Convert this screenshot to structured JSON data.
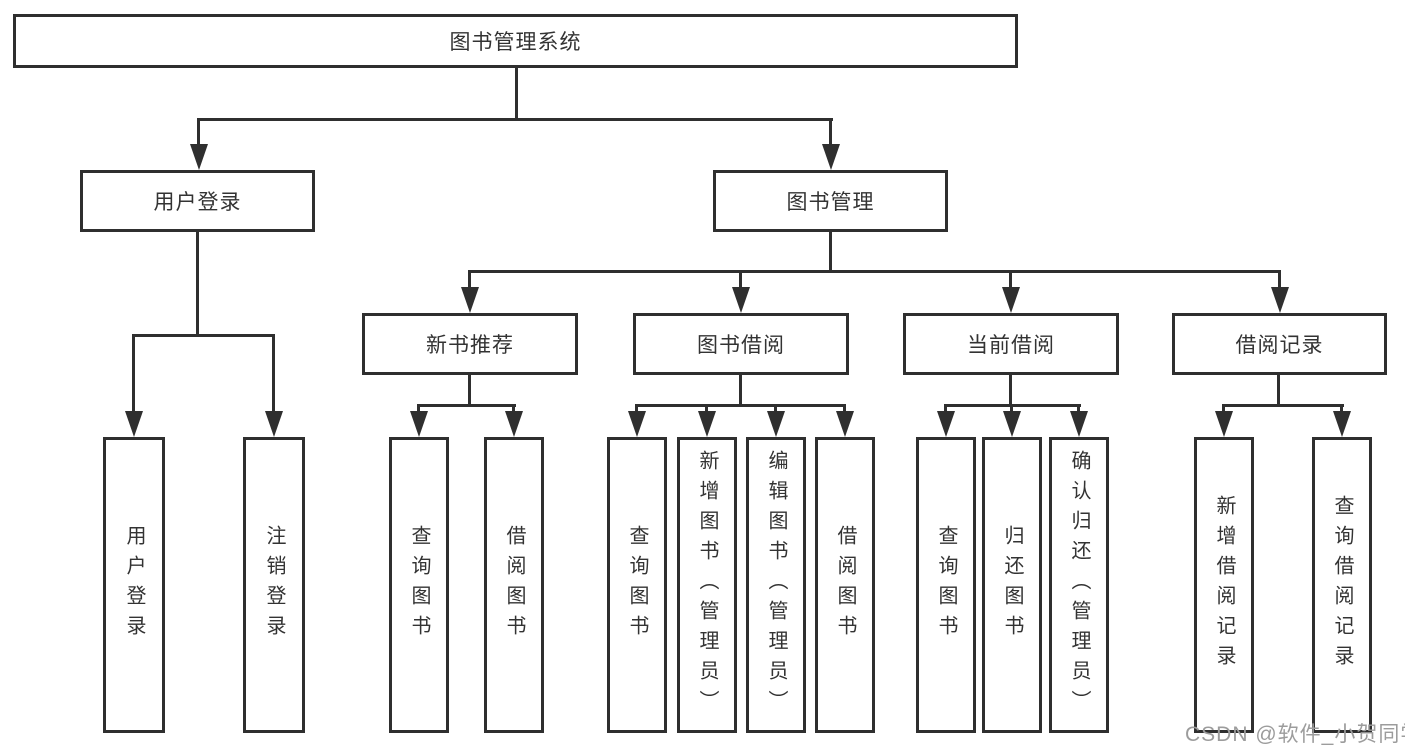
{
  "root": {
    "label": "图书管理系统"
  },
  "user_branch": {
    "label": "用户登录",
    "children": [
      {
        "label": "用户登录"
      },
      {
        "label": "注销登录"
      }
    ]
  },
  "book_branch": {
    "label": "图书管理",
    "groups": [
      {
        "label": "新书推荐",
        "children": [
          {
            "label": "查询图书"
          },
          {
            "label": "借阅图书"
          }
        ]
      },
      {
        "label": "图书借阅",
        "children": [
          {
            "label": "查询图书"
          },
          {
            "label": "新增图书（管理员）"
          },
          {
            "label": "编辑图书（管理员）"
          },
          {
            "label": "借阅图书"
          }
        ]
      },
      {
        "label": "当前借阅",
        "children": [
          {
            "label": "查询图书"
          },
          {
            "label": "归还图书"
          },
          {
            "label": "确认归还（管理员）"
          }
        ]
      },
      {
        "label": "借阅记录",
        "children": [
          {
            "label": "新增借阅记录"
          },
          {
            "label": "查询借阅记录"
          }
        ]
      }
    ]
  },
  "watermark": {
    "text": "CSDN @软件_小贺同学"
  },
  "colors": {
    "line": "#2f2f2f",
    "text": "#333333",
    "watermark": "#9c9c9c"
  }
}
